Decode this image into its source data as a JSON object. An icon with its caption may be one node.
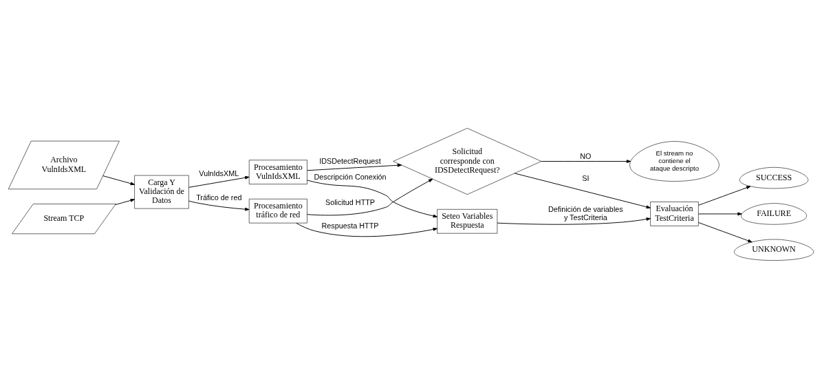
{
  "diagram": {
    "nodes": [
      {
        "text": [
          "Archivo VulnIdsXML"
        ]
      },
      {
        "text": [
          "Stream TCP"
        ]
      },
      {
        "text": [
          "Carga Y Validación de Datos"
        ]
      },
      {
        "text": [
          "Procesamiento VulnIdsXML"
        ]
      },
      {
        "text": [
          "Procesamiento tráfico de red"
        ]
      },
      {
        "text": [
          "Solicitud corresponde con IDSDetectRequest?"
        ]
      },
      {
        "text": [
          "El stream no contiene el ataque descripto"
        ]
      },
      {
        "text": [
          "Seteo Variables Respuesta"
        ]
      },
      {
        "text": [
          "Evaluación TestCriteria"
        ]
      },
      {
        "text": [
          "SUCCESS"
        ]
      },
      {
        "text": [
          "FAILURE"
        ]
      },
      {
        "text": [
          "UNKNOWN"
        ]
      }
    ],
    "edges": [
      {
        "from": 0,
        "to": 2,
        "arrow": "to"
      },
      {
        "from": 1,
        "to": 2,
        "arrow": "to"
      },
      {
        "from": 2,
        "to": 3,
        "arrow": "to",
        "label": "VulnIdsXML"
      },
      {
        "from": 2,
        "to": 4,
        "arrow": "to",
        "label": "Tráfico de red"
      },
      {
        "from": 3,
        "to": 5,
        "arrow": "to",
        "label": "IDSDetectRequest"
      },
      {
        "from": 3,
        "to": 7,
        "arrow": "to",
        "label": "Descripción Conexión"
      },
      {
        "from": 4,
        "to": 5,
        "arrow": "to",
        "label": "Solicitud HTTP"
      },
      {
        "from": 4,
        "to": 7,
        "arrow": "to",
        "label": "Respuesta HTTP"
      },
      {
        "from": 5,
        "to": 6,
        "arrow": "to",
        "label": "NO"
      },
      {
        "from": 5,
        "to": 8,
        "arrow": "to",
        "label": "SI"
      },
      {
        "from": 7,
        "to": 8,
        "arrow": "to",
        "label": "Definición de variables y TestCriteria"
      },
      {
        "from": 8,
        "to": 9,
        "arrow": "to"
      },
      {
        "from": 8,
        "to": 10,
        "arrow": "to"
      },
      {
        "from": 8,
        "to": 11,
        "arrow": "to"
      }
    ]
  }
}
